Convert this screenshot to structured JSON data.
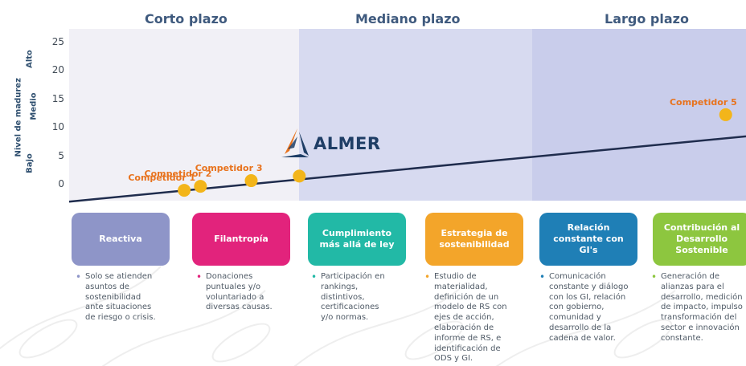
{
  "phases": [
    {
      "label": "Corto plazo"
    },
    {
      "label": "Mediano plazo"
    },
    {
      "label": "Largo plazo"
    }
  ],
  "y_axis": {
    "title": "Nivel de madurez",
    "levels": [
      "Bajo",
      "Medio",
      "Alto"
    ]
  },
  "brand": {
    "name": "ALMER"
  },
  "colors": {
    "band_short": "#f1f0f6",
    "band_medium": "#d7daf0",
    "band_long": "#c9cdeb",
    "trend_line": "#1f2c4d",
    "point": "#f3b51a",
    "point_label": "#e8731e",
    "logo_blue": "#1f3e66",
    "logo_orange": "#e8731e"
  },
  "chart_data": {
    "type": "scatter",
    "ylim": [
      -3,
      26
    ],
    "y_ticks": [
      0,
      5,
      10,
      15,
      20,
      25
    ],
    "grid": false,
    "trend_line": {
      "start": [
        0,
        -3
      ],
      "end": [
        1,
        8.5
      ]
    },
    "points": [
      {
        "label": "Competidor 1",
        "x": 0.17,
        "y": -1.0
      },
      {
        "label": "Competidor 2",
        "x": 0.194,
        "y": -0.3
      },
      {
        "label": "Competidor 3",
        "x": 0.269,
        "y": 0.7
      },
      {
        "label": "",
        "x": 0.34,
        "y": 1.5
      },
      {
        "label": "Competidor 5",
        "x": 0.97,
        "y": 12.3
      }
    ]
  },
  "stages": [
    {
      "title": "Reactiva",
      "color": "#8e95c8",
      "description": "Solo se atienden\nasuntos de\nsostenibilidad\nante situaciones\nde riesgo o crisis.",
      "bullet_color": "#8e95c8"
    },
    {
      "title": "Filantropía",
      "color": "#e2237c",
      "description": "Donaciones\npuntuales y/o\nvoluntariado a\ndiversas causas.",
      "bullet_color": "#e2237c"
    },
    {
      "title": "Cumplimiento\nmás allá de ley",
      "color": "#22b9a6",
      "description": "Participación en\nrankings,\ndistintivos,\ncertificaciones\ny/o normas.",
      "bullet_color": "#22b9a6"
    },
    {
      "title": "Estrategia de\nsostenibilidad",
      "color": "#f3a52a",
      "description": "Estudio de\nmaterialidad,\ndefinición de un\nmodelo de RS con\nejes de acción,\nelaboración de\ninforme de RS, e\nidentificación de\nODS y GI.",
      "bullet_color": "#f3a52a"
    },
    {
      "title": "Relación\nconstante con\nGI's",
      "color": "#1f7fb6",
      "description": "Comunicación\nconstante y diálogo\ncon los GI, relación\ncon gobierno,\ncomunidad y\ndesarrollo de la\ncadena de valor.",
      "bullet_color": "#1f7fb6"
    },
    {
      "title": "Contribución al\nDesarrollo\nSostenible",
      "color": "#8dc63f",
      "description": "Generación de\nalianzas para el\ndesarrollo, medición\nde impacto, impulso\ntransformación del\nsector e innovación\nconstante.",
      "bullet_color": "#8dc63f"
    }
  ]
}
